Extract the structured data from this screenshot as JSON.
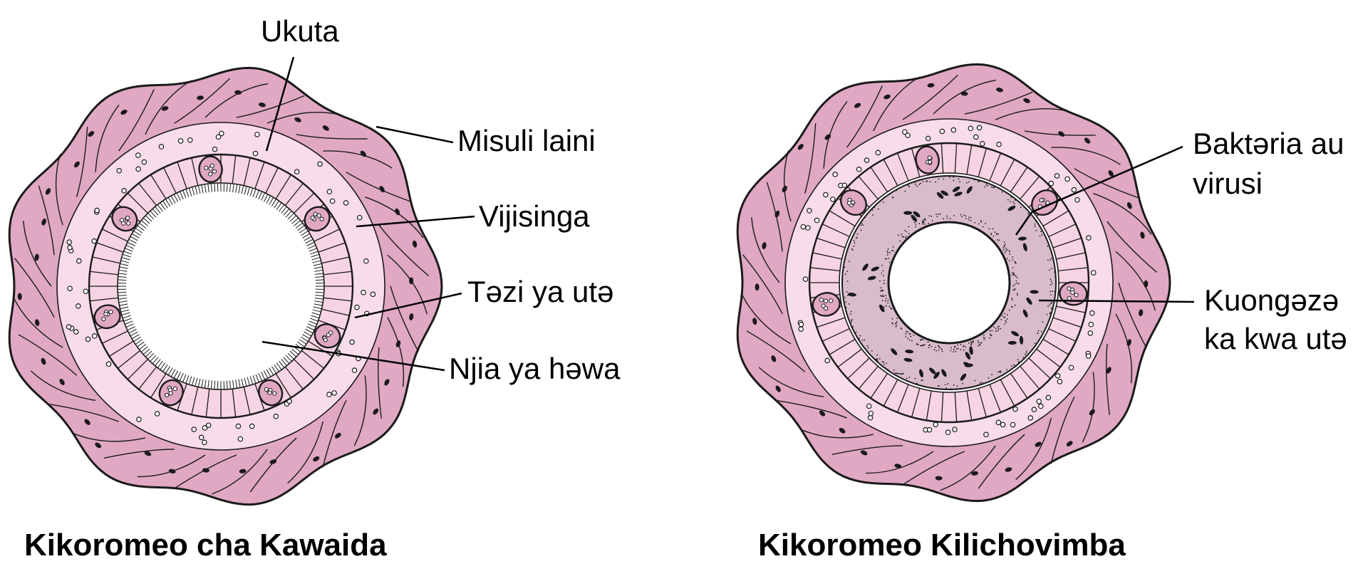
{
  "colors": {
    "muscle": "#e0a8c3",
    "muscle_light": "#f1c9dc",
    "lumen_wall": "#f9dce9",
    "cilia_cell": "#f7d4e3",
    "mucus": "#d9bccb",
    "mucus_dark": "#c9a9bb",
    "nucleus": "#1a1a1a",
    "line": "#1a1a1a"
  },
  "normal": {
    "title": "Kikoromeo cha Kawaida",
    "labels": {
      "wall": "Ukuta",
      "smooth_muscle": "Misuli laini",
      "cilia": "Vijisinga",
      "mucus_gland": "Təzi ya utə",
      "airway": "Njia ya həwa"
    }
  },
  "inflamed": {
    "title": "Kikoromeo Kilichovimba",
    "labels": {
      "bacteria_line1": "Baktəria au",
      "bacteria_line2": "virusi",
      "mucus_line1": "Kuongəzə",
      "mucus_line2": "ka kwa utə"
    }
  }
}
